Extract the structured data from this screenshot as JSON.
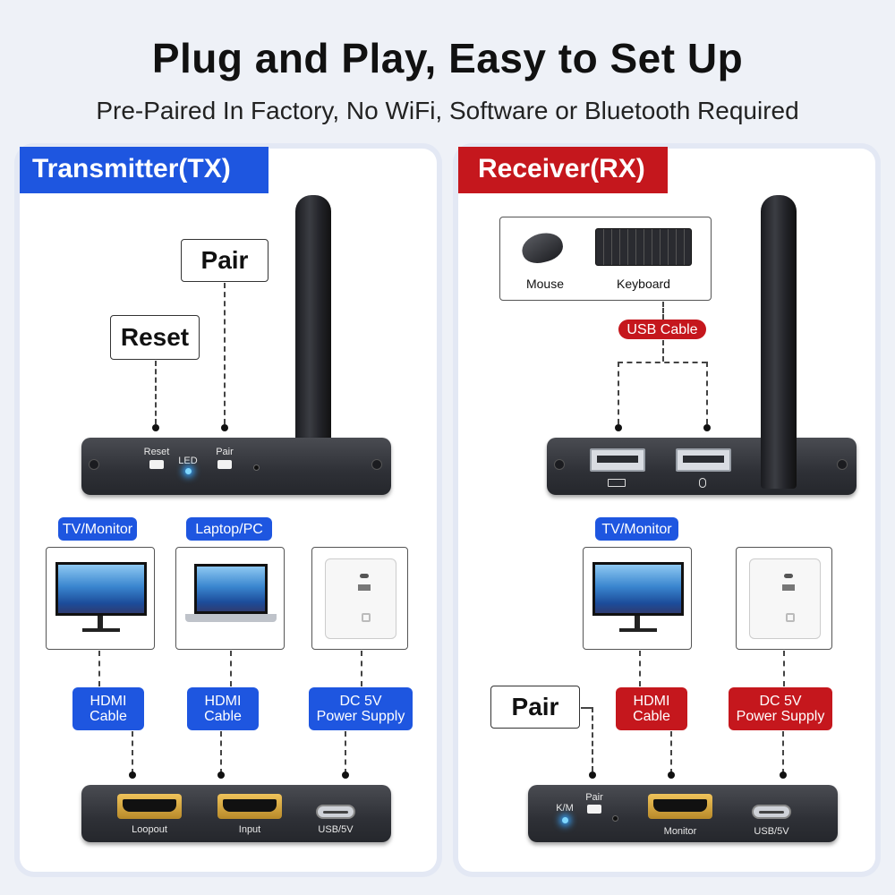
{
  "header": {
    "title": "Plug and Play, Easy to Set Up",
    "subtitle": "Pre-Paired In Factory, No WiFi, Software or Bluetooth Required"
  },
  "colors": {
    "tx_accent": "#1e56e0",
    "rx_accent": "#c5171d"
  },
  "tx": {
    "title": "Transmitter(TX)",
    "callouts": {
      "pair": "Pair",
      "reset": "Reset"
    },
    "top_box": {
      "reset_label": "Reset",
      "pair_label": "Pair",
      "led_label": "LED"
    },
    "devices": {
      "tv_label": "TV/Monitor",
      "laptop_label": "Laptop/PC"
    },
    "cables": {
      "hdmi1_line1": "HDMI",
      "hdmi1_line2": "Cable",
      "hdmi2_line1": "HDMI",
      "hdmi2_line2": "Cable",
      "power_line1": "DC 5V",
      "power_line2": "Power Supply"
    },
    "bottom_box": {
      "port1": "Loopout",
      "port2": "Input",
      "port3": "USB/5V"
    }
  },
  "rx": {
    "title": "Receiver(RX)",
    "peripherals": {
      "mouse": "Mouse",
      "keyboard": "Keyboard"
    },
    "usb_cable": "USB Cable",
    "devices": {
      "tv_label": "TV/Monitor"
    },
    "callouts": {
      "pair": "Pair"
    },
    "cables": {
      "hdmi_line1": "HDMI",
      "hdmi_line2": "Cable",
      "power_line1": "DC 5V",
      "power_line2": "Power Supply"
    },
    "bottom_box": {
      "km_label": "K/M",
      "pair_label": "Pair",
      "port1": "Monitor",
      "port2": "USB/5V"
    }
  }
}
